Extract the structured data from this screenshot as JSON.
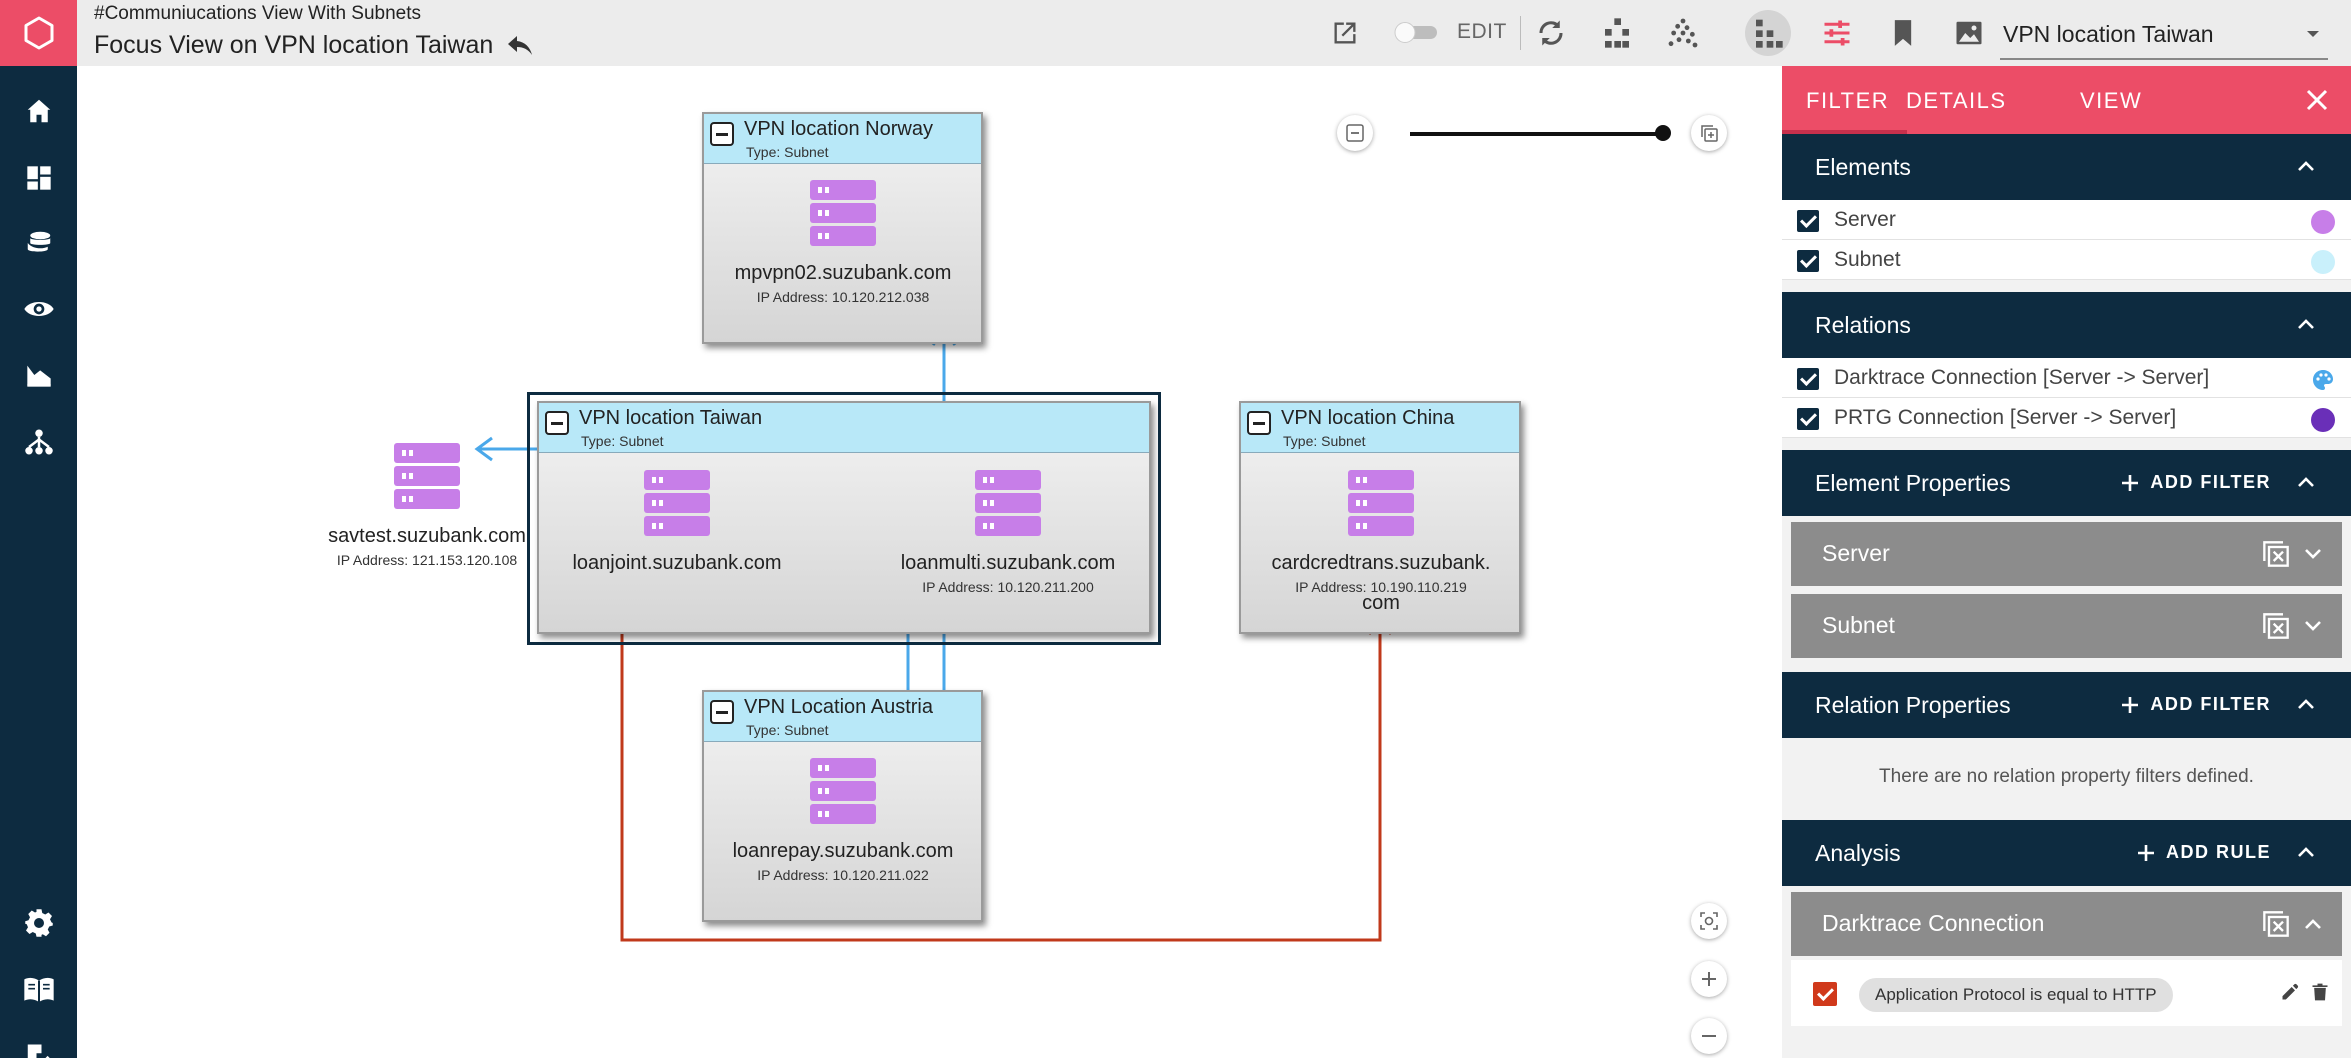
{
  "header": {
    "view_name": "#Communiucations View With Subnets",
    "focus_title": "Focus View on VPN location Taiwan",
    "edit_label": "EDIT",
    "focus_select_value": "VPN location Taiwan"
  },
  "subnets": [
    {
      "name": "VPN location Norway",
      "type": "Type: Subnet"
    },
    {
      "name": "VPN location Taiwan",
      "type": "Type: Subnet"
    },
    {
      "name": "VPN location China",
      "type": "Type: Subnet"
    },
    {
      "name": "VPN Location Austria",
      "type": "Type: Subnet"
    }
  ],
  "servers": [
    {
      "name": "mpvpn02.suzubank.com",
      "ip": "IP Address: 10.120.212.038"
    },
    {
      "name": "savtest.suzubank.com",
      "ip": "IP Address: 121.153.120.108"
    },
    {
      "name": "loanjoint.suzubank.com",
      "ip": ""
    },
    {
      "name": "loanmulti.suzubank.com",
      "ip": "IP Address: 10.120.211.200"
    },
    {
      "name": "cardcredtrans.suzubank.",
      "name2": "com",
      "ip": "IP Address: 10.190.110.219"
    },
    {
      "name": "loanrepay.suzubank.com",
      "ip": "IP Address: 10.120.211.022"
    }
  ],
  "panel": {
    "tabs": [
      "FILTER",
      "DETAILS",
      "VIEW"
    ],
    "elements": {
      "title": "Elements",
      "items": [
        {
          "label": "Server",
          "color": "#c77ee8"
        },
        {
          "label": "Subnet",
          "color": "#b8e8f8"
        }
      ]
    },
    "relations": {
      "title": "Relations",
      "items": [
        {
          "label": "Darktrace Connection [Server -> Server]",
          "color": "#4aa8ea"
        },
        {
          "label": "PRTG Connection [Server -> Server]",
          "color": "#6a2fb8"
        }
      ]
    },
    "element_properties": {
      "title": "Element Properties",
      "add_label": "ADD FILTER",
      "cards": [
        "Server",
        "Subnet"
      ]
    },
    "relation_properties": {
      "title": "Relation Properties",
      "add_label": "ADD FILTER",
      "empty_text": "There are no relation property filters defined."
    },
    "analysis": {
      "title": "Analysis",
      "add_label": "ADD RULE",
      "card": "Darktrace Connection",
      "rule": "Application Protocol is equal to HTTP"
    }
  },
  "colors": {
    "accent": "#ec4d67",
    "navy": "#0d2b40",
    "server": "#c77ee8",
    "subnet_header": "#b8e8f8",
    "darktrace_edge": "#4aa8ea",
    "prtg_edge": "#6a2fb8",
    "analysis_edge": "#c0391b"
  }
}
